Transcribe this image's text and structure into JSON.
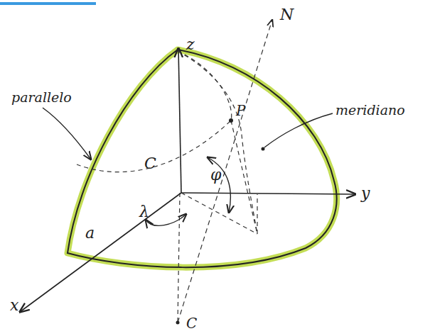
{
  "diagram": {
    "labels": [
      "z",
      "N",
      "parallelo",
      "P",
      "meridiano",
      "C",
      "φ",
      "y",
      "a",
      "λ",
      "x",
      "C"
    ]
  }
}
